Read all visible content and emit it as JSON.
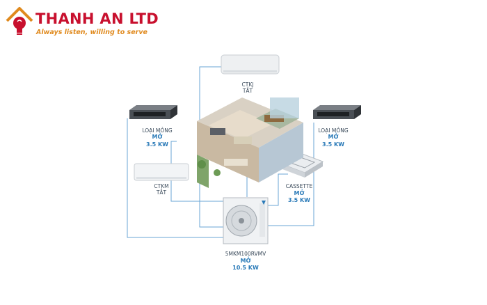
{
  "brand": {
    "name": "THANH AN LTD",
    "tagline": "Always listen, willing to serve",
    "color_primary": "#c8102e",
    "color_accent": "#e08a1e"
  },
  "line_color": "#6aa6d6",
  "units": [
    {
      "id": "ctkj",
      "name": "CTKJ",
      "state": "TẮT"
    },
    {
      "id": "duct-left",
      "name": "LOẠI MỎNG",
      "state": "MỞ",
      "power": "3.5 KW"
    },
    {
      "id": "duct-right",
      "name": "LOẠI MỎNG",
      "state": "MỞ",
      "power": "3.5 KW"
    },
    {
      "id": "ctkm",
      "name": "CTKM",
      "state": "TẮT"
    },
    {
      "id": "cassette",
      "name": "CASSETTE",
      "state": "MỞ",
      "power": "3.5 KW"
    }
  ],
  "outdoor": {
    "name": "5MKM100RVMV",
    "state": "MỞ",
    "power": "10.5 KW"
  }
}
